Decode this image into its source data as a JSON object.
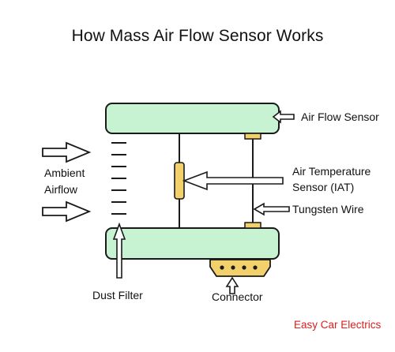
{
  "title": "How Mass Air Flow Sensor Works",
  "labels": {
    "air_flow_sensor": "Air Flow Sensor",
    "ambient_line1": "Ambient",
    "ambient_line2": "Airflow",
    "iat_line1": "Air Temperature",
    "iat_line2": "Sensor (IAT)",
    "tungsten_wire": "Tungsten Wire",
    "dust_filter": "Dust Filter",
    "connector": "Connector"
  },
  "credit": "Easy Car Electrics",
  "colors": {
    "body_fill": "#c7f3d2",
    "element_fill": "#f2d06b",
    "credit": "#d61f1f",
    "stroke": "#1a1a1a"
  }
}
